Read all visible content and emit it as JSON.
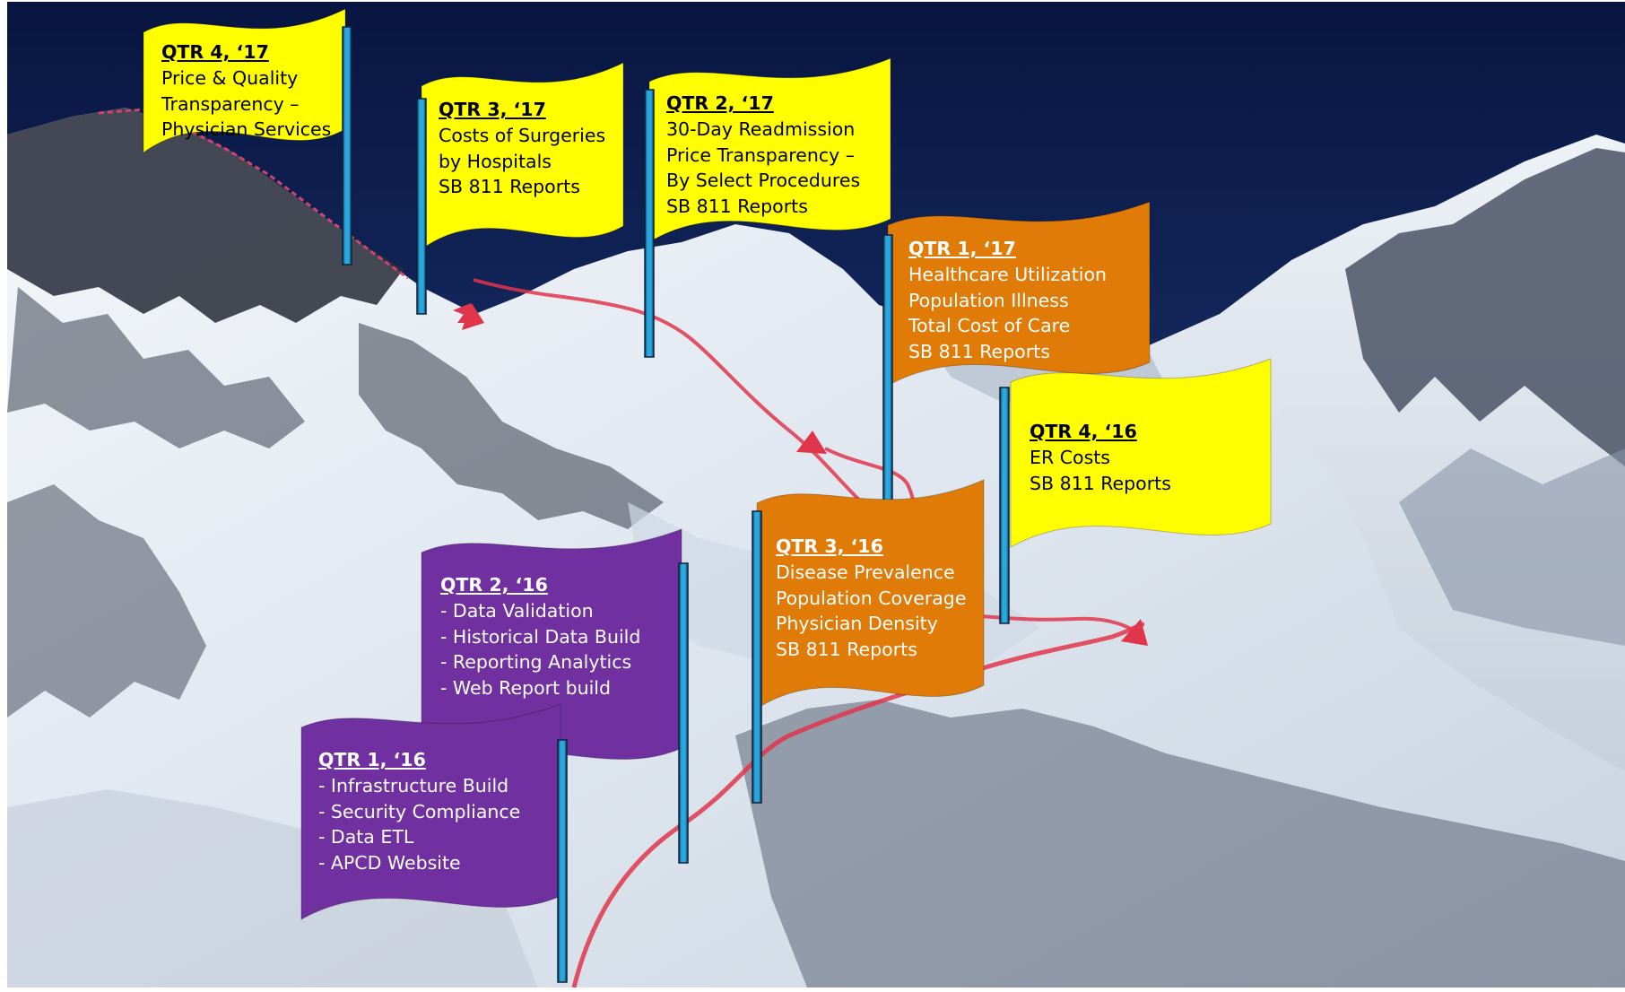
{
  "colors": {
    "sky_top": "#0a1a4a",
    "sky_bottom": "#2a4a8a",
    "snow": "#e8edf3",
    "rock": "#2a2e38",
    "route": "#e0354a",
    "ridge_dash": "#d4426a",
    "flag_yellow": "#ffff00",
    "flag_orange": "#e07b08",
    "flag_purple": "#7030a0",
    "pole": "#2aa8e0"
  },
  "flags": [
    {
      "id": "q4-17",
      "quarter": "QTR 4, ‘17",
      "lines": [
        "Price  & Quality",
        "Transparency  –",
        "Physician Services"
      ],
      "color": "yellow"
    },
    {
      "id": "q3-17",
      "quarter": "QTR 3, ‘17",
      "lines": [
        "Costs of Surgeries",
        "by Hospitals",
        "SB 811 Reports"
      ],
      "color": "yellow"
    },
    {
      "id": "q2-17",
      "quarter": "QTR 2, ‘17",
      "lines": [
        "30-Day Readmission",
        "Price Transparency –",
        "By Select Procedures",
        "SB 811 Reports"
      ],
      "color": "yellow"
    },
    {
      "id": "q1-17",
      "quarter": "QTR 1, ‘17",
      "lines": [
        "Healthcare Utilization",
        "Population Illness",
        "Total Cost of Care",
        "SB 811 Reports"
      ],
      "color": "orange"
    },
    {
      "id": "q4-16",
      "quarter": "QTR 4, ‘16",
      "lines": [
        "ER Costs",
        "SB 811 Reports"
      ],
      "color": "yellow"
    },
    {
      "id": "q3-16",
      "quarter": "QTR 3, ‘16",
      "lines": [
        "Disease Prevalence",
        "Population Coverage",
        "Physician  Density",
        "SB 811 Reports"
      ],
      "color": "orange"
    },
    {
      "id": "q2-16",
      "quarter": "QTR 2, ‘16",
      "lines": [
        "-  Data Validation",
        "-  Historical Data Build",
        "-  Reporting Analytics",
        "-  Web Report build"
      ],
      "color": "purple"
    },
    {
      "id": "q1-16",
      "quarter": "QTR 1, ‘16",
      "lines": [
        "- Infrastructure Build",
        "-  Security Compliance",
        "-  Data ETL",
        "-  APCD Website"
      ],
      "color": "purple"
    }
  ]
}
